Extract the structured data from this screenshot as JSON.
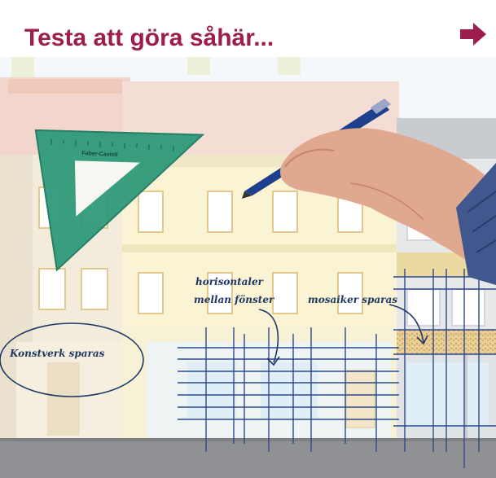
{
  "slide": {
    "title": "Testa att göra såhär...",
    "next_icon": "arrow-right-icon",
    "accent_color": "#9d1e4d",
    "ink_color": "#1f3763",
    "ruler_color": "#2f9a7a"
  },
  "ruler": {
    "brand": "Faber-Castell"
  },
  "annotations": {
    "horizontals_line1": "horisontaler",
    "horizontals_line2": "mellan fönster",
    "mosaics": "mosaiker sparas",
    "artwork": "Konstverk sparas"
  }
}
